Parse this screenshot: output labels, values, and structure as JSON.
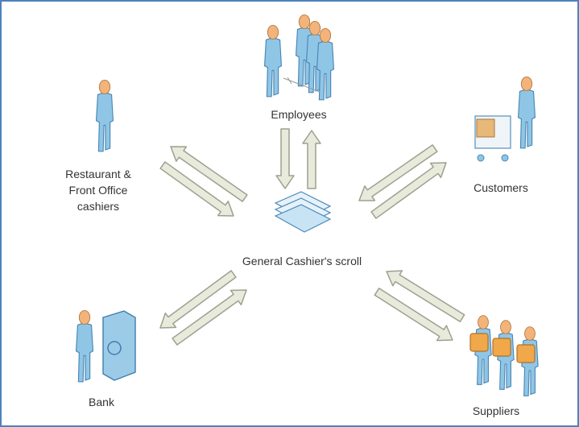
{
  "nodes": {
    "employees": "Employees",
    "restaurant": [
      "Restaurant &",
      "Front Office",
      "cashiers"
    ],
    "customers": "Customers",
    "center": "General Cashier's scroll",
    "bank": "Bank",
    "suppliers": "Suppliers"
  },
  "colors": {
    "border": "#4f81bd",
    "person_body": "#8fc6e6",
    "person_head": "#f2b47a",
    "arrow_fill": "#e8eadc",
    "arrow_stroke": "#9ea08e"
  }
}
